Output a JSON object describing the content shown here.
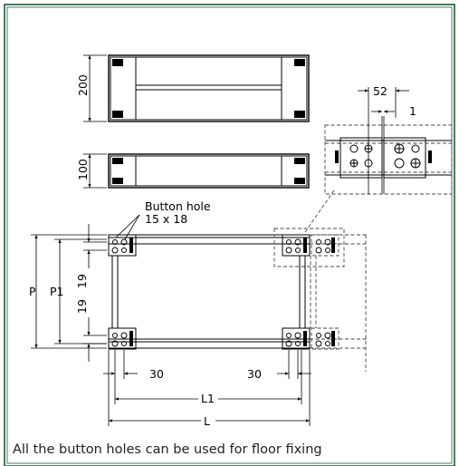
{
  "labels": {
    "h200": "200",
    "h100": "100",
    "dim52": "52",
    "dim1": "1",
    "button_hole": "Button hole",
    "button_hole_size": "15 x 18",
    "P": "P",
    "P1": "P1",
    "dim19a": "19",
    "dim19b": "19",
    "dim30a": "30",
    "dim30b": "30",
    "L1": "L1",
    "L": "L"
  },
  "caption": "All the button holes can be used for floor fixing",
  "colors": {
    "border": "#1f5a3a",
    "line": "#000000"
  }
}
